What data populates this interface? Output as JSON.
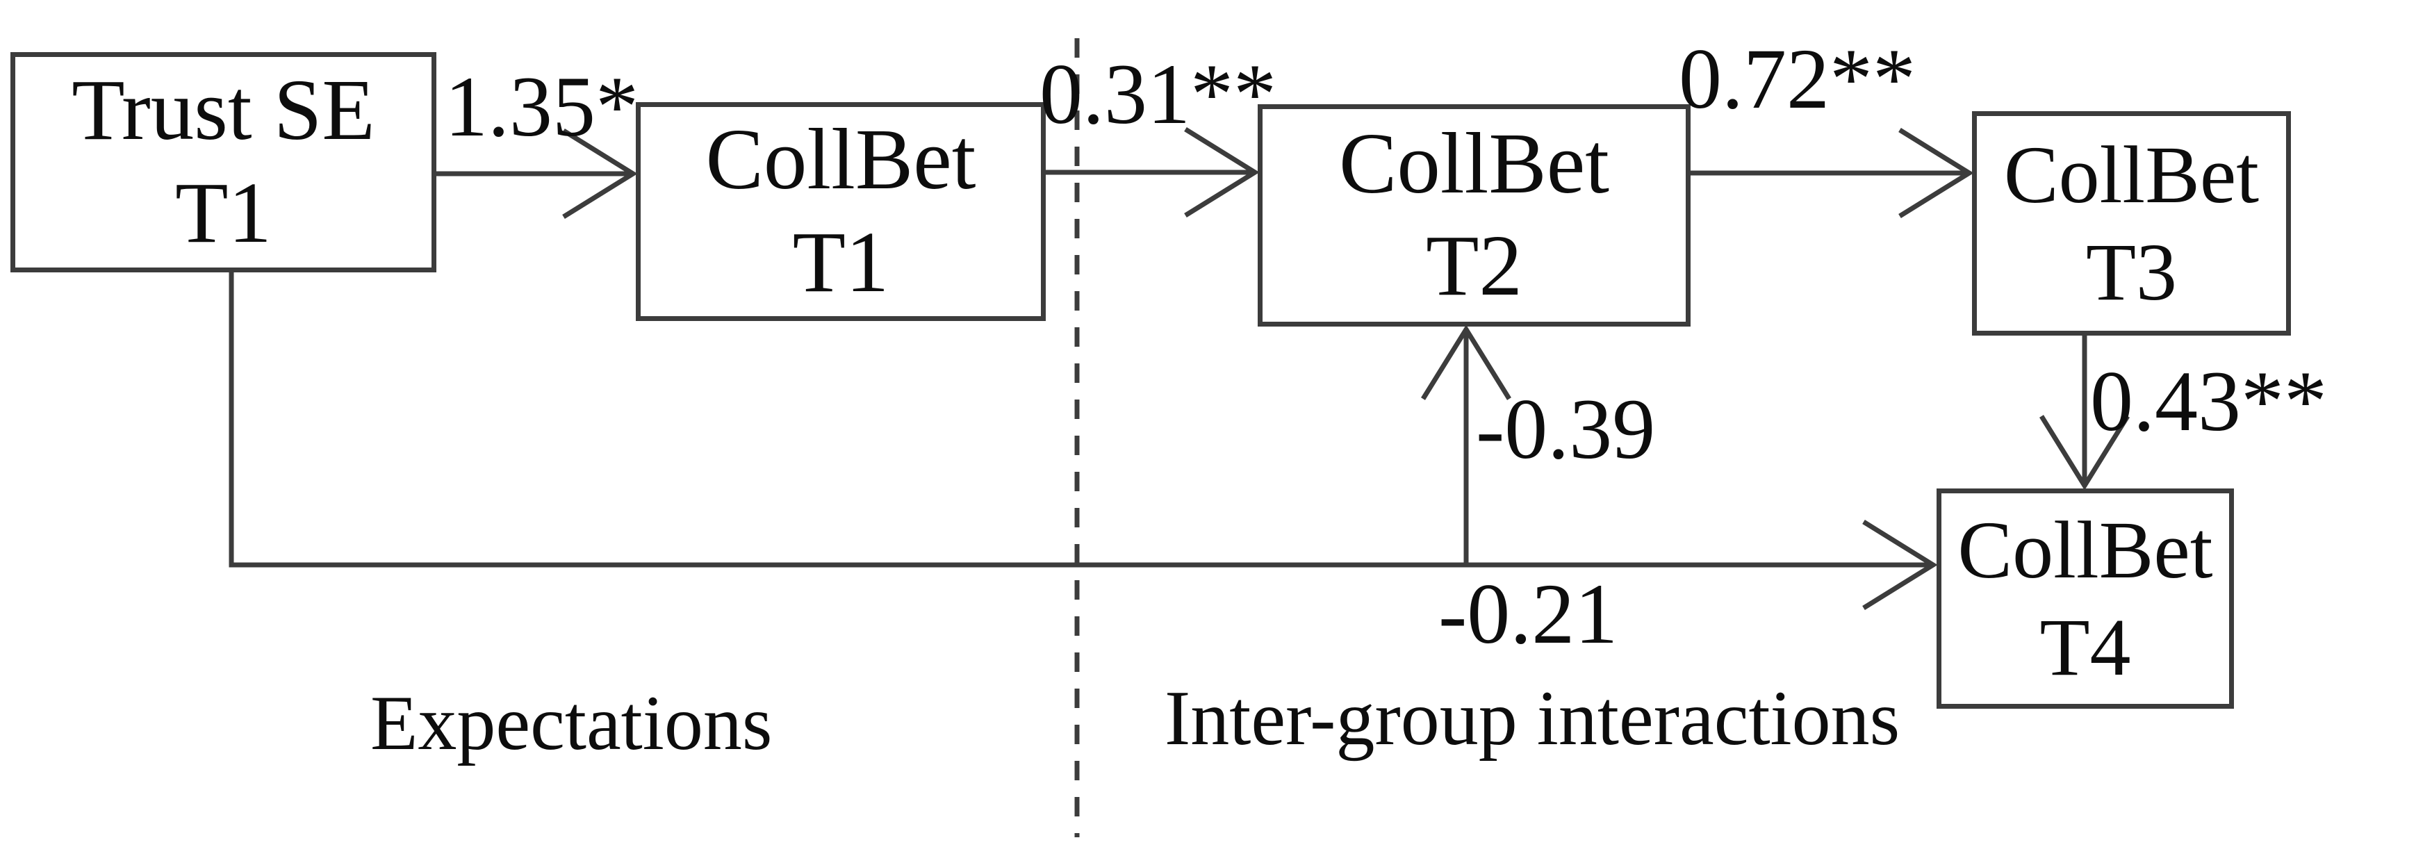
{
  "diagram": {
    "type": "path-model",
    "boxes": [
      {
        "id": "trust-se-t1",
        "line1": "Trust SE",
        "line2": "T1"
      },
      {
        "id": "collbet-t1",
        "line1": "CollBet",
        "line2": "T1"
      },
      {
        "id": "collbet-t2",
        "line1": "CollBet",
        "line2": "T2"
      },
      {
        "id": "collbet-t3",
        "line1": "CollBet",
        "line2": "T3"
      },
      {
        "id": "collbet-t4",
        "line1": "CollBet",
        "line2": "T4"
      }
    ],
    "edges": [
      {
        "from": "Trust SE T1",
        "to": "CollBet T1",
        "coefficient": "1.35*"
      },
      {
        "from": "CollBet T1",
        "to": "CollBet T2",
        "coefficient": "0.31**"
      },
      {
        "from": "CollBet T2",
        "to": "CollBet T3",
        "coefficient": "0.72**"
      },
      {
        "from": "CollBet T3",
        "to": "CollBet T4",
        "coefficient": "0.43**"
      },
      {
        "from": "Trust SE T1",
        "to": "CollBet T2",
        "coefficient": "-0.39"
      },
      {
        "from": "Trust SE T1",
        "to": "CollBet T4",
        "coefficient": "-0.21"
      }
    ],
    "sections": {
      "left_label": "Expectations",
      "right_label": "Inter-group interactions"
    },
    "colors": {
      "line": "#3c3c3c",
      "text": "#0d0d0d",
      "background": "#ffffff"
    }
  }
}
